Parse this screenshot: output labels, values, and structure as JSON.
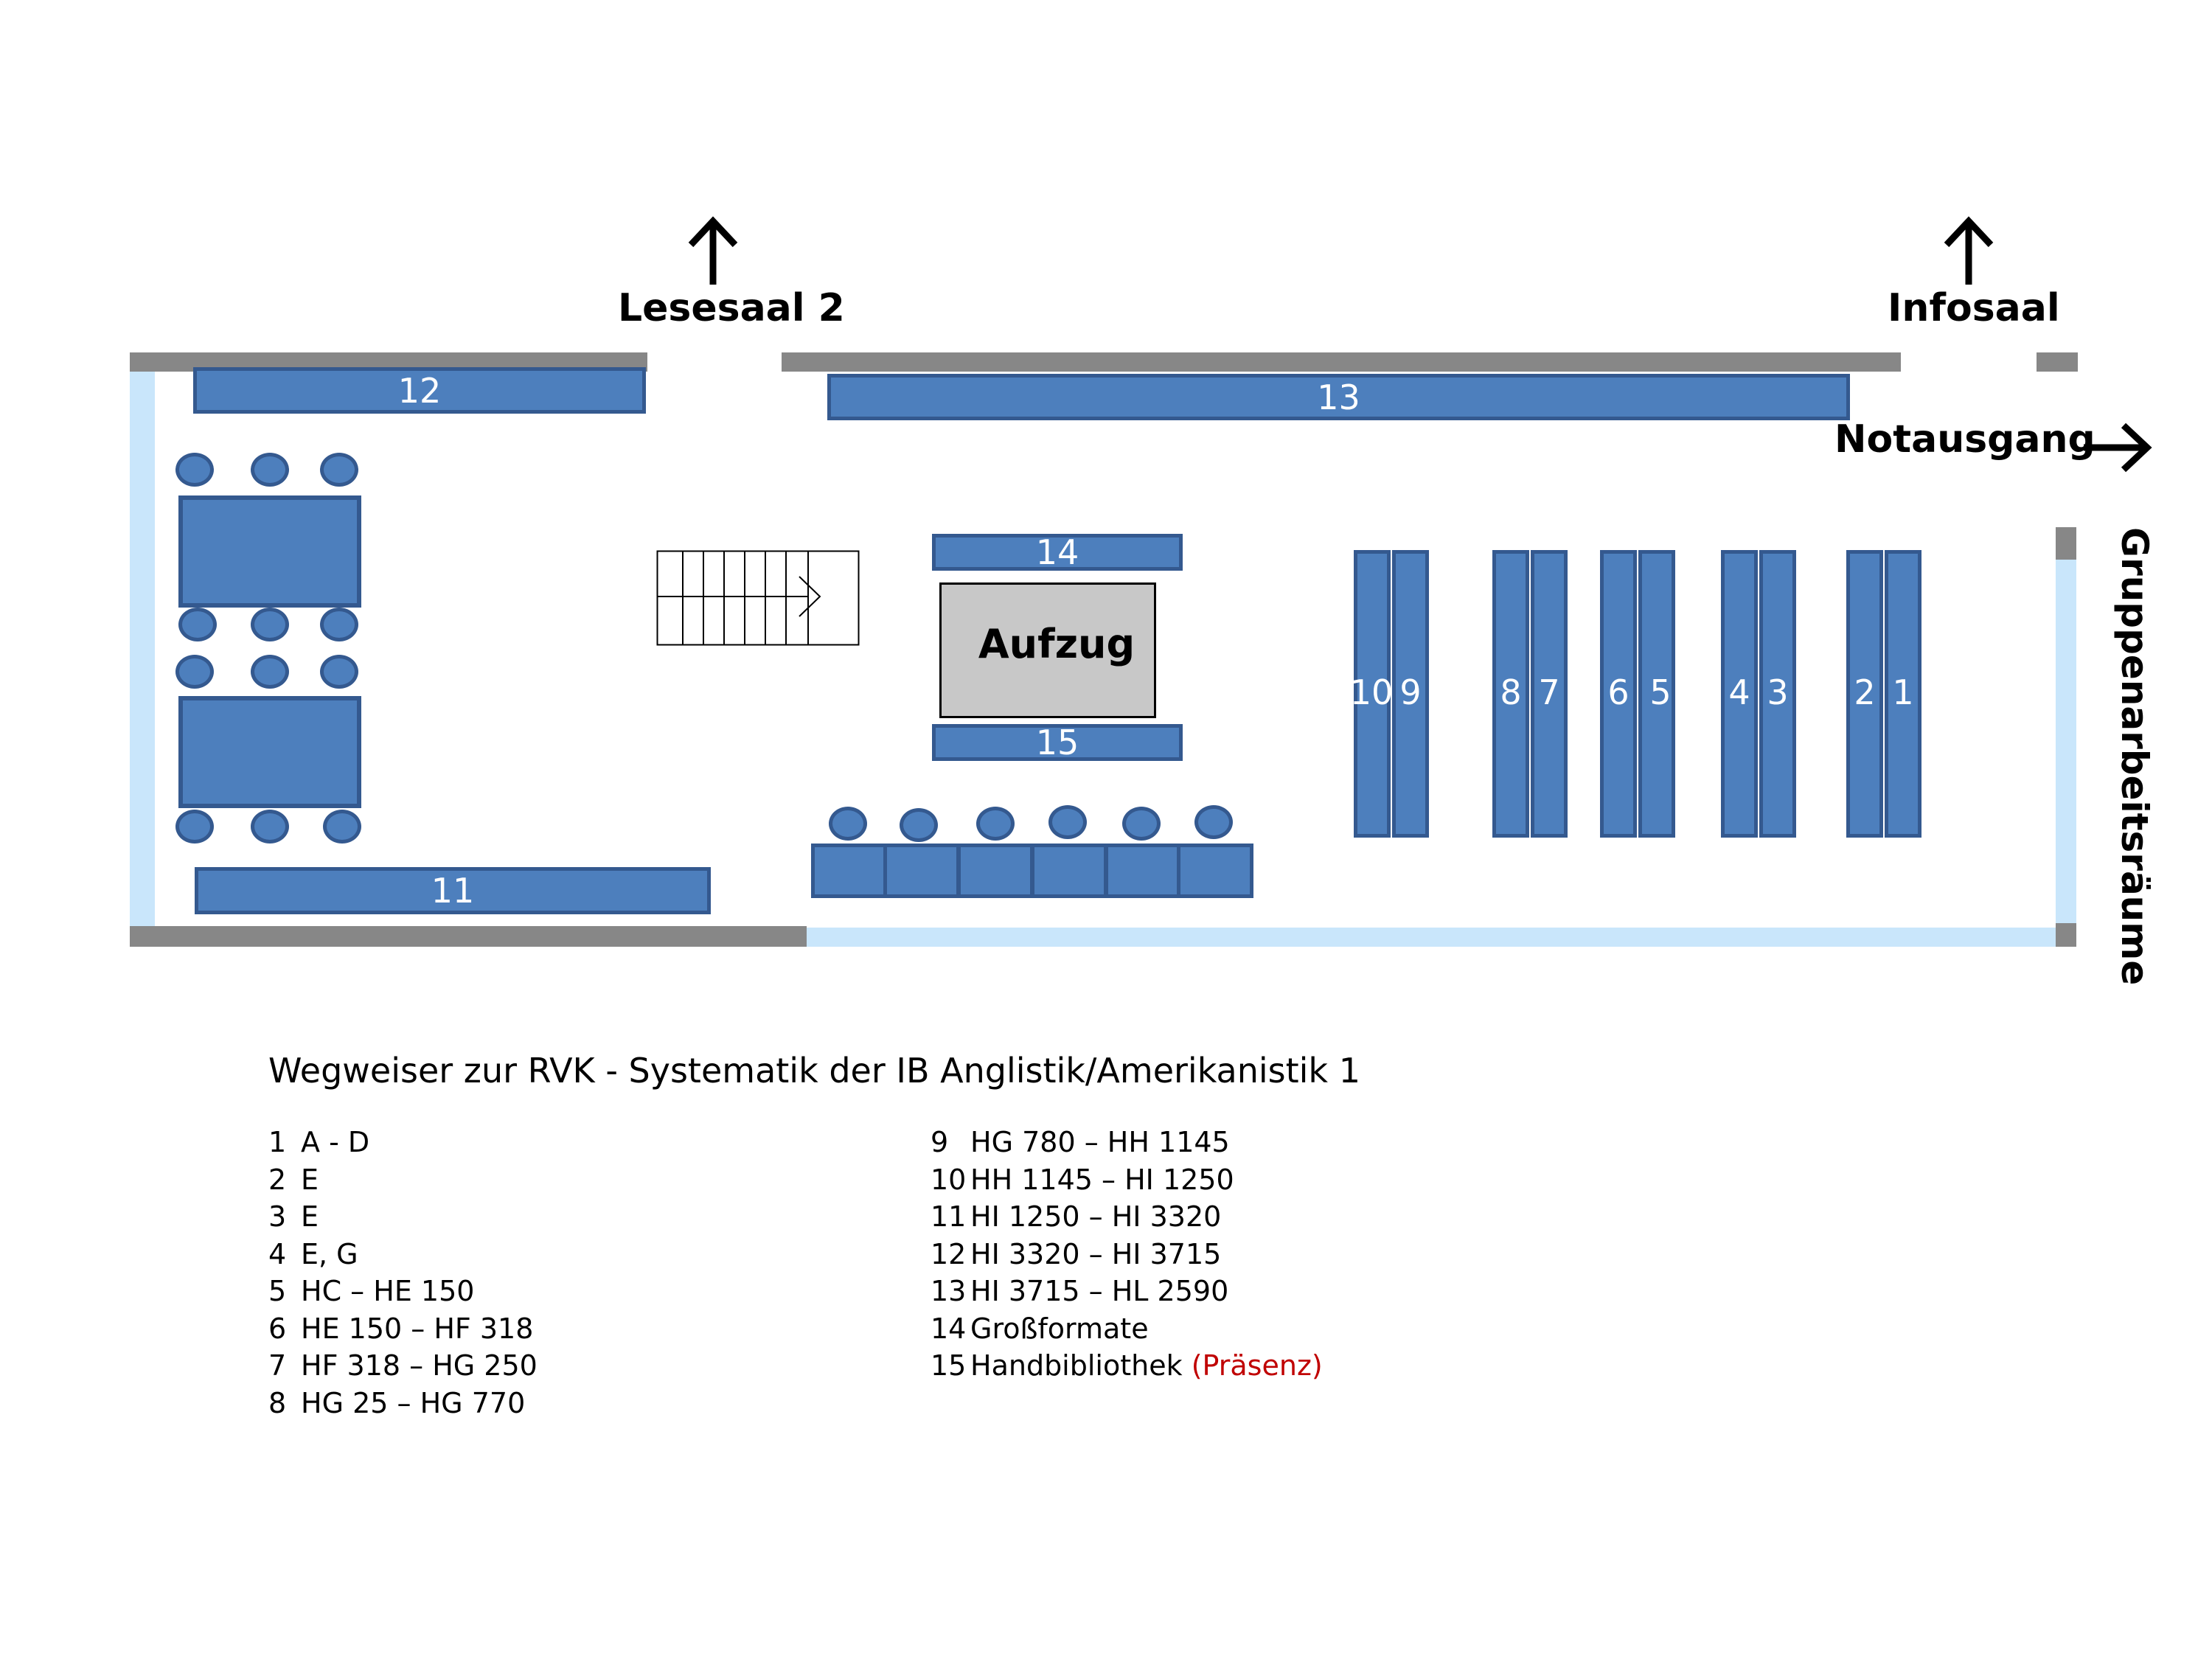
{
  "destinations": {
    "lesesaal": "Lesesaal 2",
    "infosaal": "Infosaal",
    "notausgang": "Notausgang",
    "gruppen": "Gruppenarbeitsräume"
  },
  "elevator": "Aufzug",
  "shelf_numbers": {
    "s11": "11",
    "s12": "12",
    "s13": "13",
    "s14": "14",
    "s15": "15",
    "r1": "1",
    "r2": "2",
    "r3": "3",
    "r4": "4",
    "r5": "5",
    "r6": "6",
    "r7": "7",
    "r8": "8",
    "r9": "9",
    "r10": "10"
  },
  "legend": {
    "title": "Wegweiser zur RVK - Systematik der IB Anglistik/Amerikanistik 1",
    "column1": [
      {
        "num": "1",
        "range": "A - D"
      },
      {
        "num": "2",
        "range": "E"
      },
      {
        "num": "3",
        "range": "E"
      },
      {
        "num": "4",
        "range": "E, G"
      },
      {
        "num": "5",
        "range": "HC – HE 150"
      },
      {
        "num": "6",
        "range": "HE 150 – HF 318"
      },
      {
        "num": "7",
        "range": "HF 318 – HG 250"
      },
      {
        "num": "8",
        "range": "HG 25 – HG 770"
      }
    ],
    "column2": [
      {
        "num": "9",
        "range": "HG 780 – HH 1145"
      },
      {
        "num": "10",
        "range": "HH 1145 – HI 1250"
      },
      {
        "num": "11",
        "range": "HI 1250 – HI 3320"
      },
      {
        "num": "12",
        "range": "HI 3320 – HI 3715"
      },
      {
        "num": "13",
        "range": "HI 3715 – HL 2590"
      },
      {
        "num": "14",
        "range": "Großformate"
      },
      {
        "num": "15",
        "range": "Handbibliothek",
        "note": "(Präsenz)"
      }
    ]
  },
  "colors": {
    "shelf_fill": "#4d7fbd",
    "shelf_border": "#34598f",
    "wall": "#878787",
    "window": "#c9e6fb",
    "elevator": "#c8c8c8",
    "note": "#c00000"
  }
}
